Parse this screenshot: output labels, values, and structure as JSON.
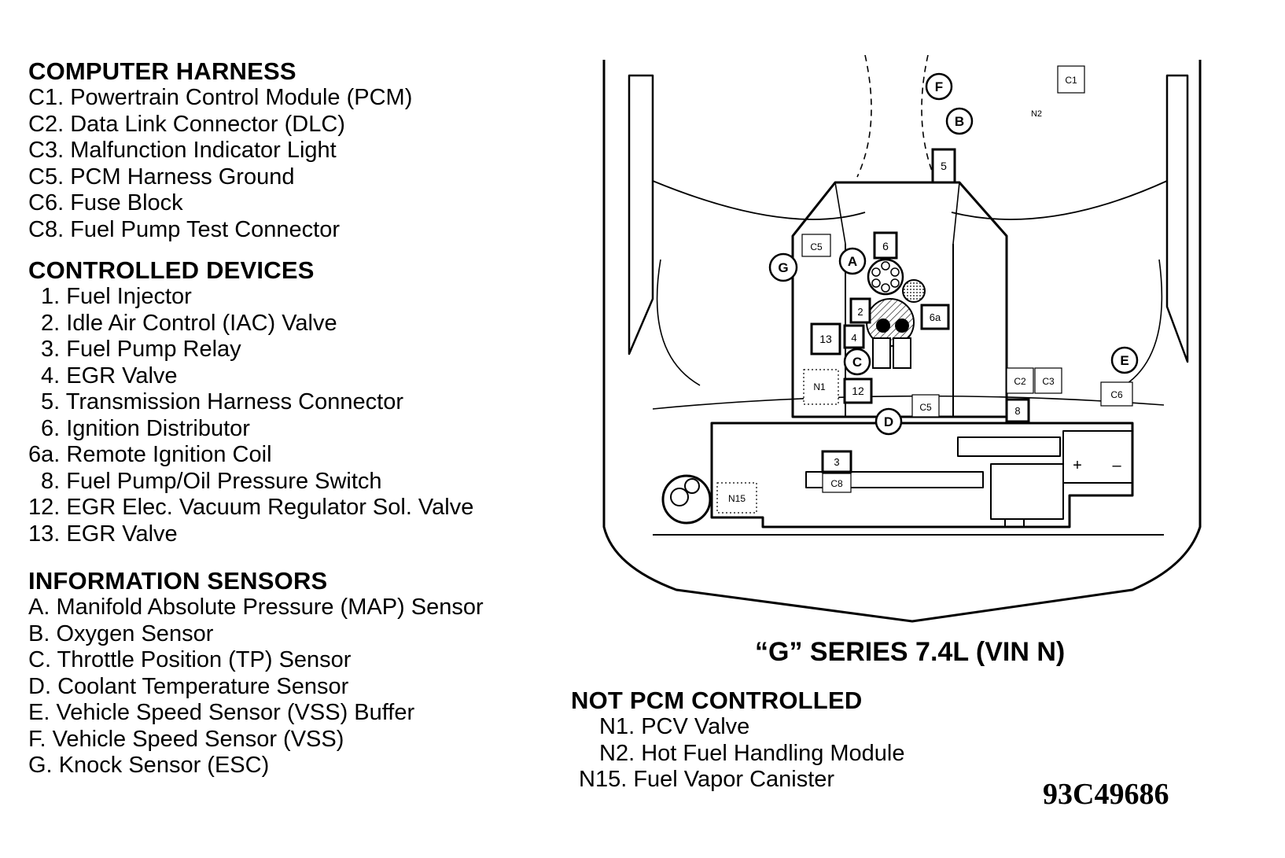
{
  "computer_harness": {
    "heading": "COMPUTER HARNESS",
    "items": [
      {
        "code": "C1.",
        "label": "Powertrain Control Module (PCM)"
      },
      {
        "code": "C2.",
        "label": "Data Link Connector (DLC)"
      },
      {
        "code": "C3.",
        "label": "Malfunction Indicator Light"
      },
      {
        "code": "C5.",
        "label": "PCM Harness Ground"
      },
      {
        "code": "C6.",
        "label": "Fuse Block"
      },
      {
        "code": "C8.",
        "label": "Fuel Pump Test Connector"
      }
    ]
  },
  "controlled_devices": {
    "heading": "CONTROLLED DEVICES",
    "items": [
      {
        "code": "1.",
        "label": "Fuel Injector"
      },
      {
        "code": "2.",
        "label": "Idle Air Control (IAC) Valve"
      },
      {
        "code": "3.",
        "label": "Fuel Pump Relay"
      },
      {
        "code": "4.",
        "label": "EGR Valve"
      },
      {
        "code": "5.",
        "label": "Transmission Harness Connector"
      },
      {
        "code": "6.",
        "label": "Ignition Distributor"
      },
      {
        "code": "6a.",
        "label": "Remote Ignition Coil"
      },
      {
        "code": "8.",
        "label": "Fuel Pump/Oil Pressure Switch"
      },
      {
        "code": "12.",
        "label": "EGR Elec. Vacuum Regulator Sol. Valve"
      },
      {
        "code": "13.",
        "label": "EGR Valve"
      }
    ]
  },
  "information_sensors": {
    "heading": "INFORMATION SENSORS",
    "items": [
      {
        "code": "A.",
        "label": "Manifold Absolute Pressure (MAP) Sensor"
      },
      {
        "code": "B.",
        "label": "Oxygen Sensor"
      },
      {
        "code": "C.",
        "label": "Throttle Position (TP) Sensor"
      },
      {
        "code": "D.",
        "label": "Coolant Temperature Sensor"
      },
      {
        "code": "E.",
        "label": "Vehicle Speed Sensor (VSS) Buffer"
      },
      {
        "code": "F.",
        "label": "Vehicle Speed Sensor (VSS)"
      },
      {
        "code": "G.",
        "label": "Knock Sensor (ESC)"
      }
    ]
  },
  "diagram": {
    "title": "“G” SERIES 7.4L (VIN N)",
    "labels": {
      "c1": "C1",
      "n2": "N2",
      "f": "F",
      "b": "B",
      "five": "5",
      "c5_top": "C5",
      "a": "A",
      "six": "6",
      "g": "G",
      "six_a": "6a",
      "two": "2",
      "thirteen": "13",
      "four": "4",
      "c": "C",
      "n1": "N1",
      "twelve": "12",
      "c5_bottom": "C5",
      "d": "D",
      "c2": "C2",
      "c3": "C3",
      "e": "E",
      "c6": "C6",
      "eight": "8",
      "three": "3",
      "c8": "C8",
      "n15": "N15",
      "plus": "+",
      "minus": "–"
    }
  },
  "not_pcm_controlled": {
    "heading": "NOT PCM CONTROLLED",
    "items": [
      {
        "code": "N1.",
        "label": "PCV Valve"
      },
      {
        "code": "N2.",
        "label": "Hot Fuel Handling Module"
      },
      {
        "code": "N15.",
        "label": "Fuel Vapor Canister"
      }
    ]
  },
  "figure_id": "93C49686"
}
